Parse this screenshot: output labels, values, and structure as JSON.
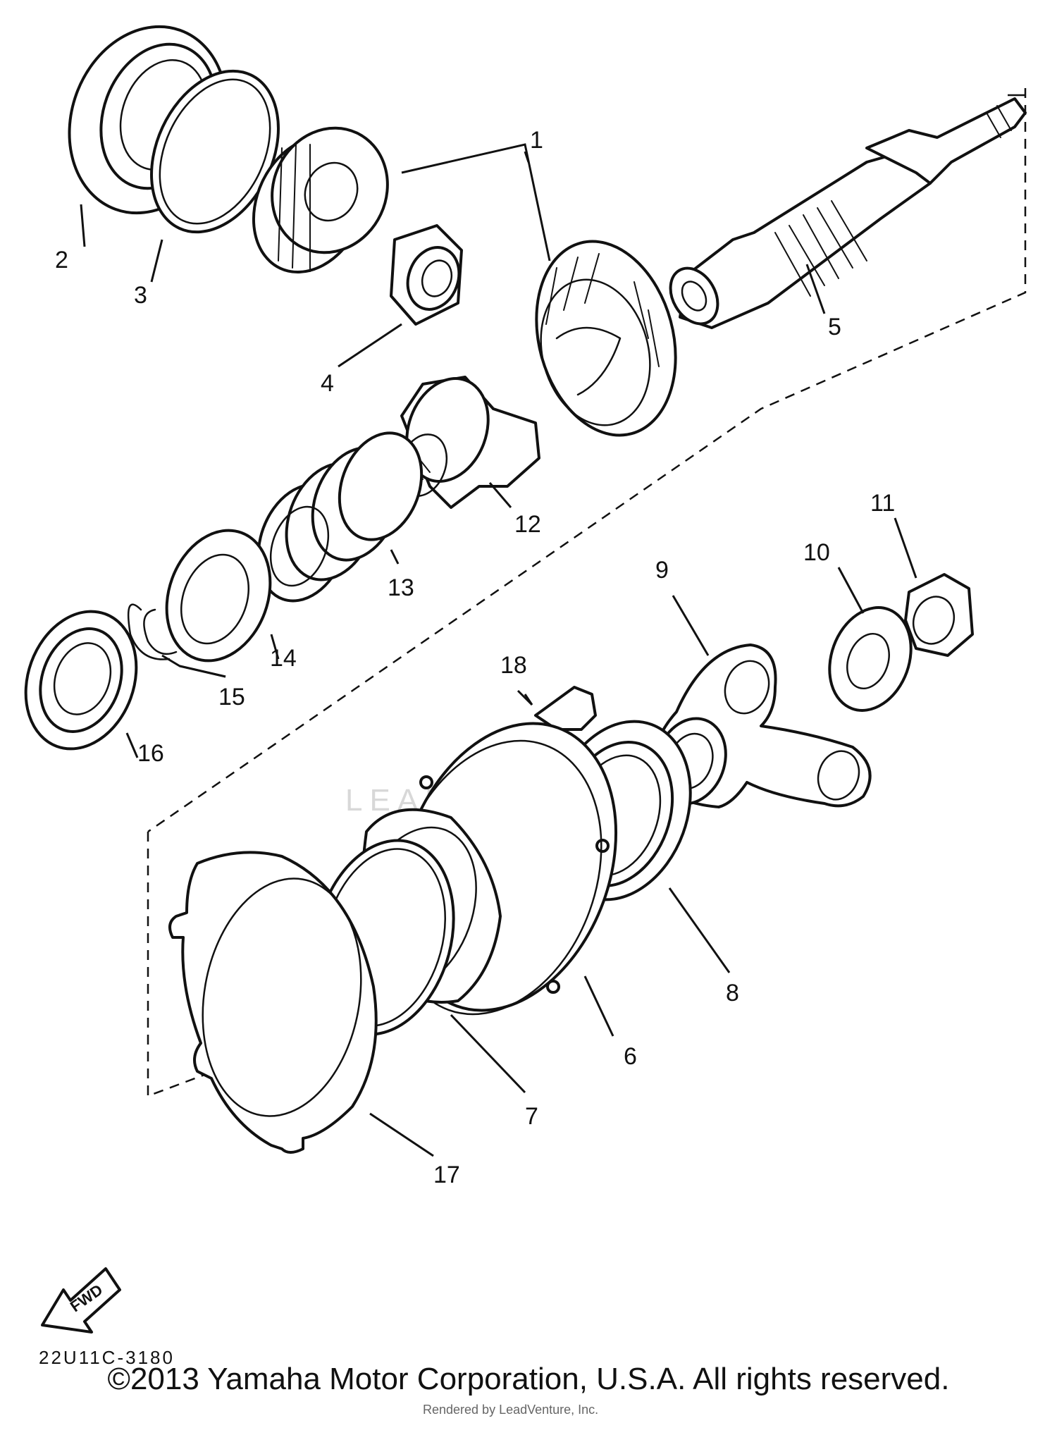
{
  "callouts": {
    "c1": "1",
    "c2": "2",
    "c3": "3",
    "c4": "4",
    "c5": "5",
    "c6": "6",
    "c7": "7",
    "c8": "8",
    "c9": "9",
    "c10": "10",
    "c11": "11",
    "c12": "12",
    "c13": "13",
    "c14": "14",
    "c15": "15",
    "c16": "16",
    "c17": "17",
    "c18": "18"
  },
  "fwd_label": "FWD",
  "diagram_code": "22U11C-3180",
  "copyright": "©2013 Yamaha Motor Corporation, U.S.A. All rights reserved.",
  "watermark": {
    "brand": "LEADVENTURE",
    "rendered_by": "Rendered by LeadVenture, Inc."
  }
}
